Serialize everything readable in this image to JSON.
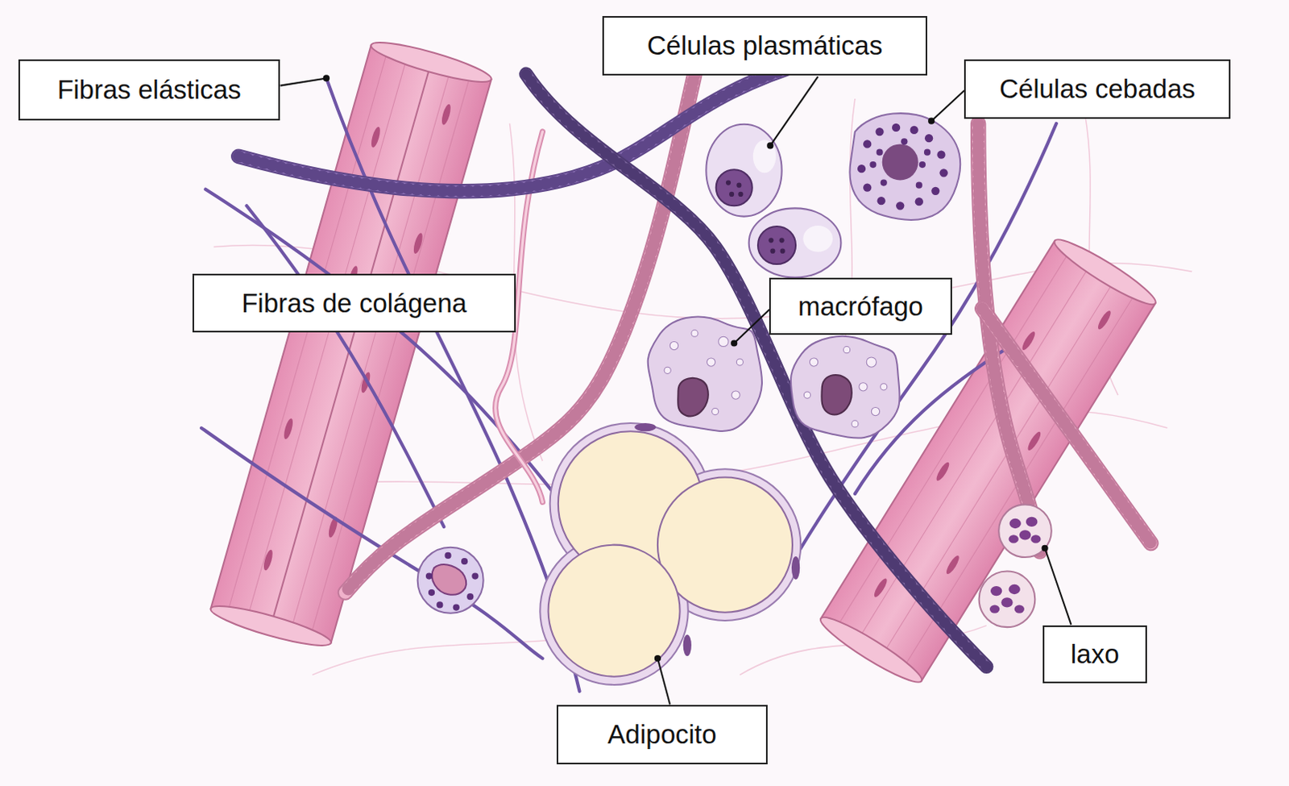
{
  "diagram": {
    "nodes": [
      {
        "text": [
          "Células plasmáticas"
        ]
      },
      {
        "text": [
          "Fibras elásticas"
        ]
      },
      {
        "text": [
          "Células cebadas"
        ]
      },
      {
        "text": [
          "Fibras de colágena"
        ]
      },
      {
        "text": [
          "macrófago"
        ]
      },
      {
        "text": [
          "laxo"
        ]
      },
      {
        "text": [
          "Adipocito"
        ]
      }
    ]
  }
}
